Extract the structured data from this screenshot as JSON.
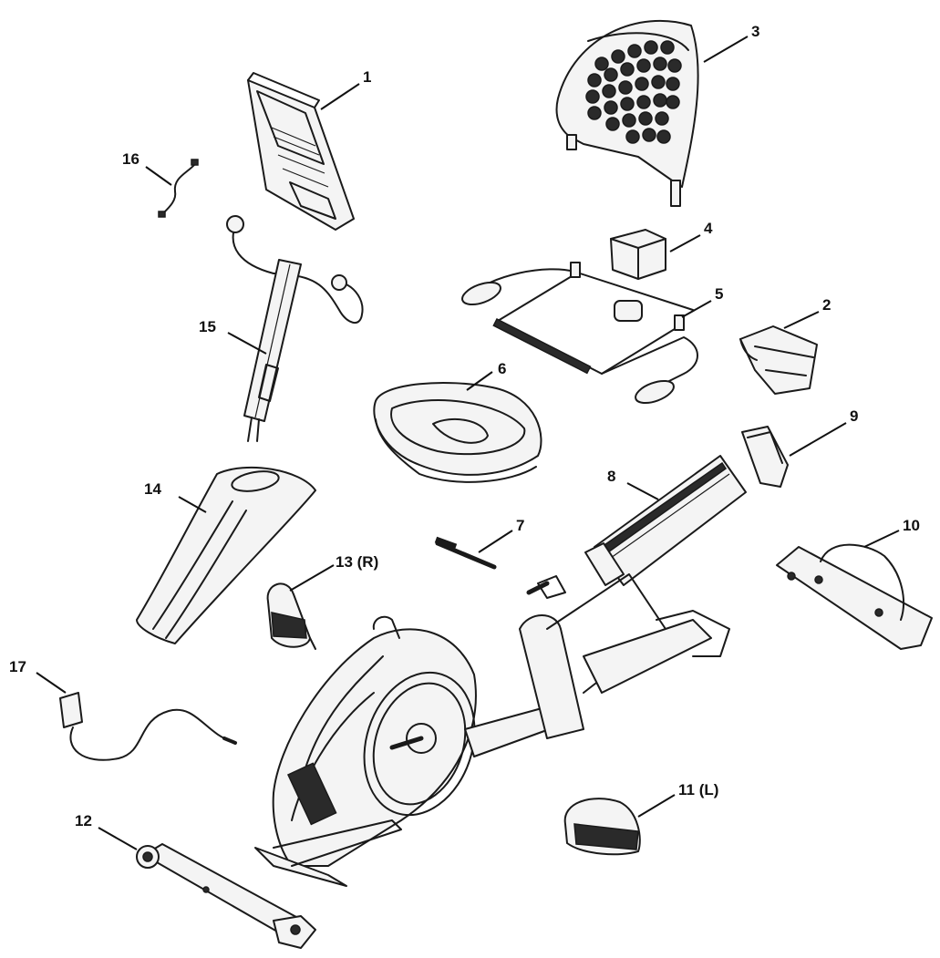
{
  "diagram": {
    "callouts": [
      {
        "id": "1",
        "label": "1"
      },
      {
        "id": "2",
        "label": "2"
      },
      {
        "id": "3",
        "label": "3"
      },
      {
        "id": "4",
        "label": "4"
      },
      {
        "id": "5",
        "label": "5"
      },
      {
        "id": "6",
        "label": "6"
      },
      {
        "id": "7",
        "label": "7"
      },
      {
        "id": "8",
        "label": "8"
      },
      {
        "id": "9",
        "label": "9"
      },
      {
        "id": "10",
        "label": "10"
      },
      {
        "id": "11",
        "label": "11 (L)"
      },
      {
        "id": "12",
        "label": "12"
      },
      {
        "id": "13",
        "label": "13 (R)"
      },
      {
        "id": "14",
        "label": "14"
      },
      {
        "id": "15",
        "label": "15"
      },
      {
        "id": "16",
        "label": "16"
      },
      {
        "id": "17",
        "label": "17"
      }
    ]
  }
}
